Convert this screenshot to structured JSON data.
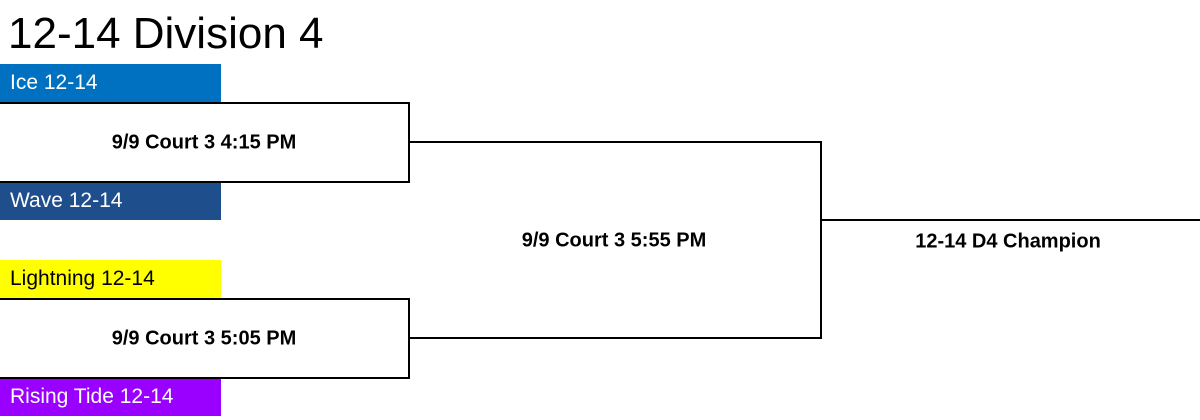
{
  "title": "12-14 Division 4",
  "teams": [
    {
      "name": "Ice 12-14",
      "bg": "#0070c0",
      "fg": "#ffffff"
    },
    {
      "name": "Wave 12-14",
      "bg": "#1f4e8c",
      "fg": "#ffffff"
    },
    {
      "name": "Lightning 12-14",
      "bg": "#ffff00",
      "fg": "#000000"
    },
    {
      "name": "Rising Tide 12-14",
      "bg": "#9900ff",
      "fg": "#ffffff"
    }
  ],
  "matches": {
    "semifinal_1": "9/9 Court 3 4:15 PM",
    "semifinal_2": "9/9 Court 3 5:05 PM",
    "final": "9/9 Court 3 5:55 PM"
  },
  "champion": "12-14 D4 Champion"
}
